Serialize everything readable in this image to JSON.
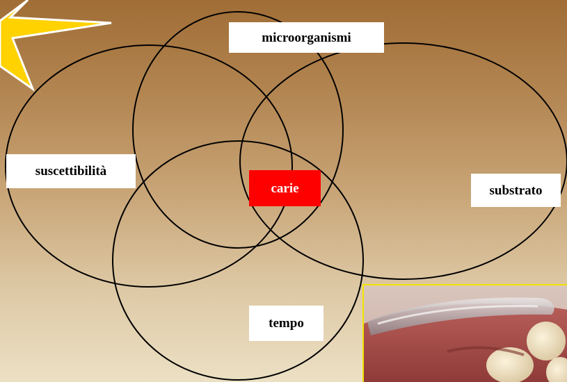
{
  "diagram": {
    "labels": {
      "microorganismi": "microorganismi",
      "suscettibilita": "suscettibilità",
      "carie": "carie",
      "substrato": "substrato",
      "tempo": "tempo"
    }
  },
  "colors": {
    "carie_highlight": "#ff0000",
    "circle_stroke": "#000000",
    "star_fill": "#ffd200",
    "photo_border": "#f2e400"
  }
}
